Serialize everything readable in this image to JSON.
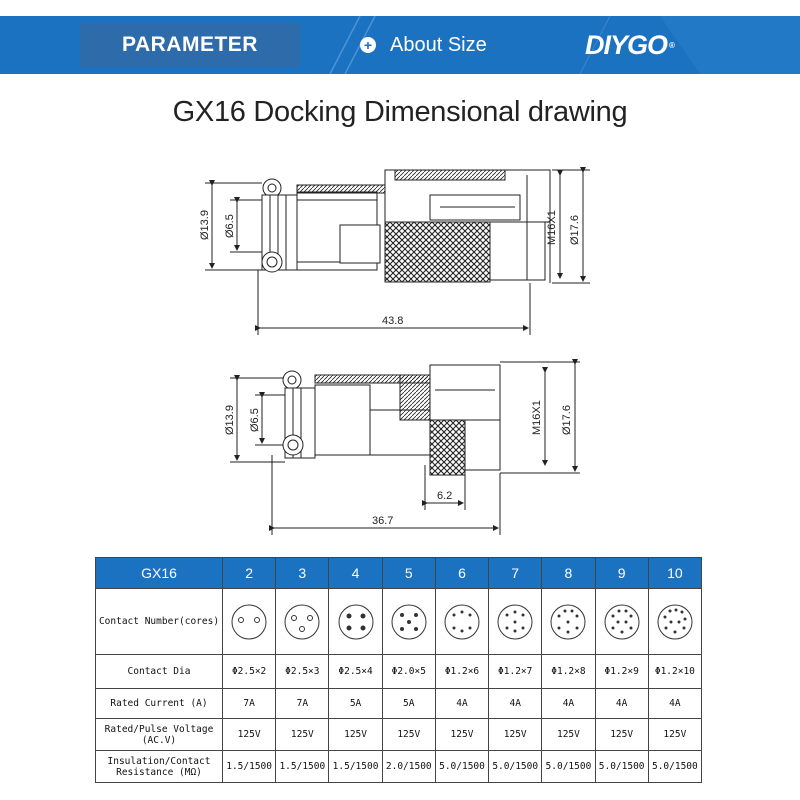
{
  "header": {
    "badge": "PARAMETER",
    "subtitle": "About Size",
    "logo_text": "DIYGO",
    "logo_mark": "®"
  },
  "title": "GX16 Docking Dimensional drawing",
  "drawing1": {
    "dim_body": "Ø13.9",
    "dim_inner": "Ø6.5",
    "dim_thread": "M16X1",
    "dim_outer": "Ø17.6",
    "dim_length": "43.8"
  },
  "drawing2": {
    "dim_body": "Ø13.9",
    "dim_inner": "Ø6.5",
    "dim_thread": "M16X1",
    "dim_outer": "Ø17.6",
    "dim_short": "6.2",
    "dim_length": "36.7"
  },
  "table": {
    "header_label": "GX16",
    "cores": [
      "2",
      "3",
      "4",
      "5",
      "6",
      "7",
      "8",
      "9",
      "10"
    ],
    "rows": [
      {
        "label": "Contact Number(cores)",
        "values": []
      },
      {
        "label": "Contact Dia",
        "values": [
          "Φ2.5×2",
          "Φ2.5×3",
          "Φ2.5×4",
          "Φ2.0×5",
          "Φ1.2×6",
          "Φ1.2×7",
          "Φ1.2×8",
          "Φ1.2×9",
          "Φ1.2×10"
        ]
      },
      {
        "label": "Rated Current (A)",
        "values": [
          "7A",
          "7A",
          "5A",
          "5A",
          "4A",
          "4A",
          "4A",
          "4A",
          "4A"
        ]
      },
      {
        "label_line1": "Rated/Pulse Voltage",
        "label_line2": "(AC.V)",
        "values": [
          "125V",
          "125V",
          "125V",
          "125V",
          "125V",
          "125V",
          "125V",
          "125V",
          "125V"
        ]
      },
      {
        "label_line1": "Insulation/Contact",
        "label_line2": "Resistance (MΩ)",
        "values": [
          "1.5/1500",
          "1.5/1500",
          "1.5/1500",
          "2.0/1500",
          "5.0/1500",
          "5.0/1500",
          "5.0/1500",
          "5.0/1500",
          "5.0/1500"
        ]
      }
    ]
  },
  "colors": {
    "accent": "#1b72c0",
    "badge": "#2d6bab"
  }
}
